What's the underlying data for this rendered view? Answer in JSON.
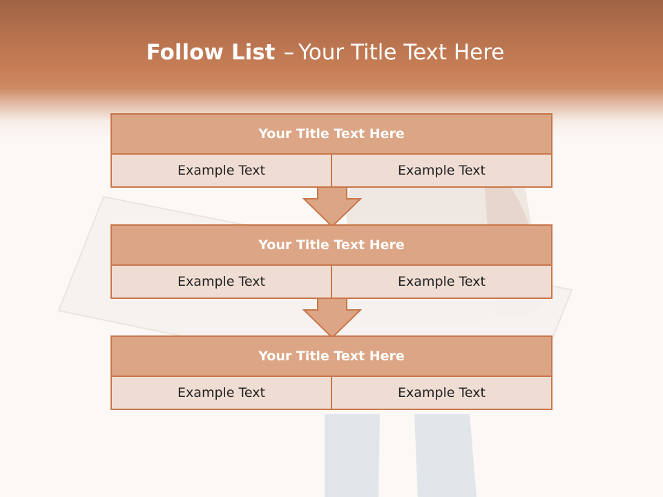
{
  "slide": {
    "title_bold": "Follow List",
    "title_dash": "–",
    "title_rest": "Your Title Text Here"
  },
  "blocks": [
    {
      "title": "Your Title Text Here",
      "cells": [
        "Example Text",
        "Example Text"
      ]
    },
    {
      "title": "Your Title Text Here",
      "cells": [
        "Example Text",
        "Example Text"
      ]
    },
    {
      "title": "Your Title Text Here",
      "cells": [
        "Example Text",
        "Example Text"
      ]
    }
  ],
  "arrows": [
    {
      "icon": "down-arrow-icon"
    },
    {
      "icon": "down-arrow-icon"
    }
  ],
  "colors": {
    "header_dark": "#9e6444",
    "header_mid": "#c77e56",
    "block_border": "#c8764a",
    "block_title_fill": "#dca585",
    "block_row_fill": "#efddd4",
    "background": "#fcf8f6"
  }
}
